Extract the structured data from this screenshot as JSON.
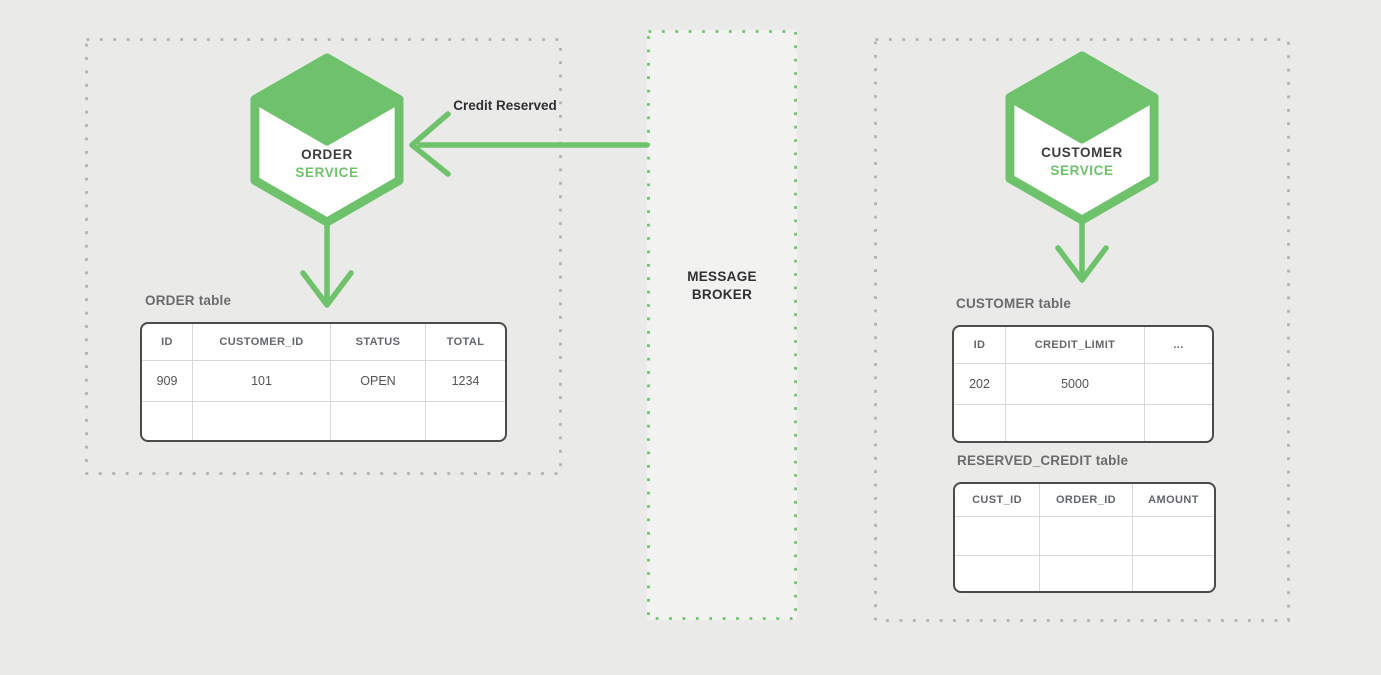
{
  "order_panel": {
    "service": {
      "name": "ORDER",
      "type": "SERVICE"
    },
    "table_label": "ORDER table",
    "table": {
      "headers": [
        "ID",
        "CUSTOMER_ID",
        "STATUS",
        "TOTAL"
      ],
      "rows": [
        [
          "909",
          "101",
          "OPEN",
          "1234"
        ],
        [
          "",
          "",
          "",
          ""
        ]
      ]
    }
  },
  "message_broker": {
    "label": "MESSAGE BROKER"
  },
  "credit_arrow": {
    "label": "Credit Reserved"
  },
  "customer_panel": {
    "service": {
      "name": "CUSTOMER",
      "type": "SERVICE"
    },
    "customer_table_label": "CUSTOMER table",
    "customer_table": {
      "headers": [
        "ID",
        "CREDIT_LIMIT",
        "..."
      ],
      "rows": [
        [
          "202",
          "5000",
          ""
        ],
        [
          "",
          "",
          ""
        ]
      ]
    },
    "reserved_table_label": "RESERVED_CREDIT table",
    "reserved_table": {
      "headers": [
        "CUST_ID",
        "ORDER_ID",
        "AMOUNT"
      ],
      "rows": [
        [
          "",
          "",
          ""
        ],
        [
          "",
          "",
          ""
        ]
      ]
    }
  },
  "colors": {
    "accent_green": "#6fc26c",
    "dot_gray": "#b2b2b0",
    "broker_dot_green": "#74c172",
    "background": "#eaeae8",
    "table_border": "#4b4b4b"
  }
}
